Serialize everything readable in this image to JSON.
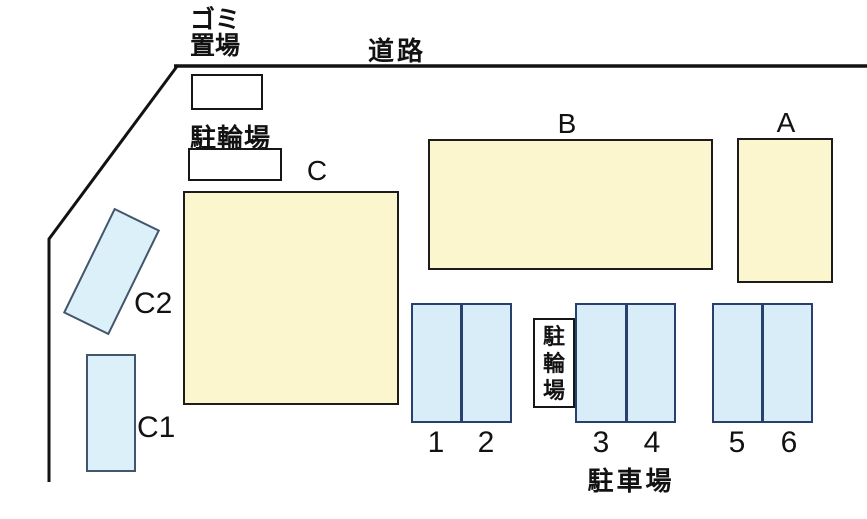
{
  "colors": {
    "building_fill": "#FBF6CE",
    "parking_fill": "#D9EDF9",
    "unit_fill": "#DCF0FA",
    "parking_border": "#27406E",
    "unit_border": "#43556C"
  },
  "site_plan": {
    "road": {
      "label": "道路"
    },
    "garbage_area": {
      "label_lines": [
        "ゴミ",
        "置場"
      ]
    },
    "bicycle_parking_top": {
      "label": "駐輪場"
    },
    "bicycle_parking_middle": {
      "label_chars": [
        "駐",
        "輪",
        "場"
      ]
    },
    "buildings": {
      "a": "A",
      "b": "B",
      "c": "C"
    },
    "units": {
      "c1": "C1",
      "c2": "C2"
    },
    "parking_lot": {
      "label": "駐車場",
      "spots": [
        "1",
        "2",
        "3",
        "4",
        "5",
        "6"
      ]
    }
  }
}
